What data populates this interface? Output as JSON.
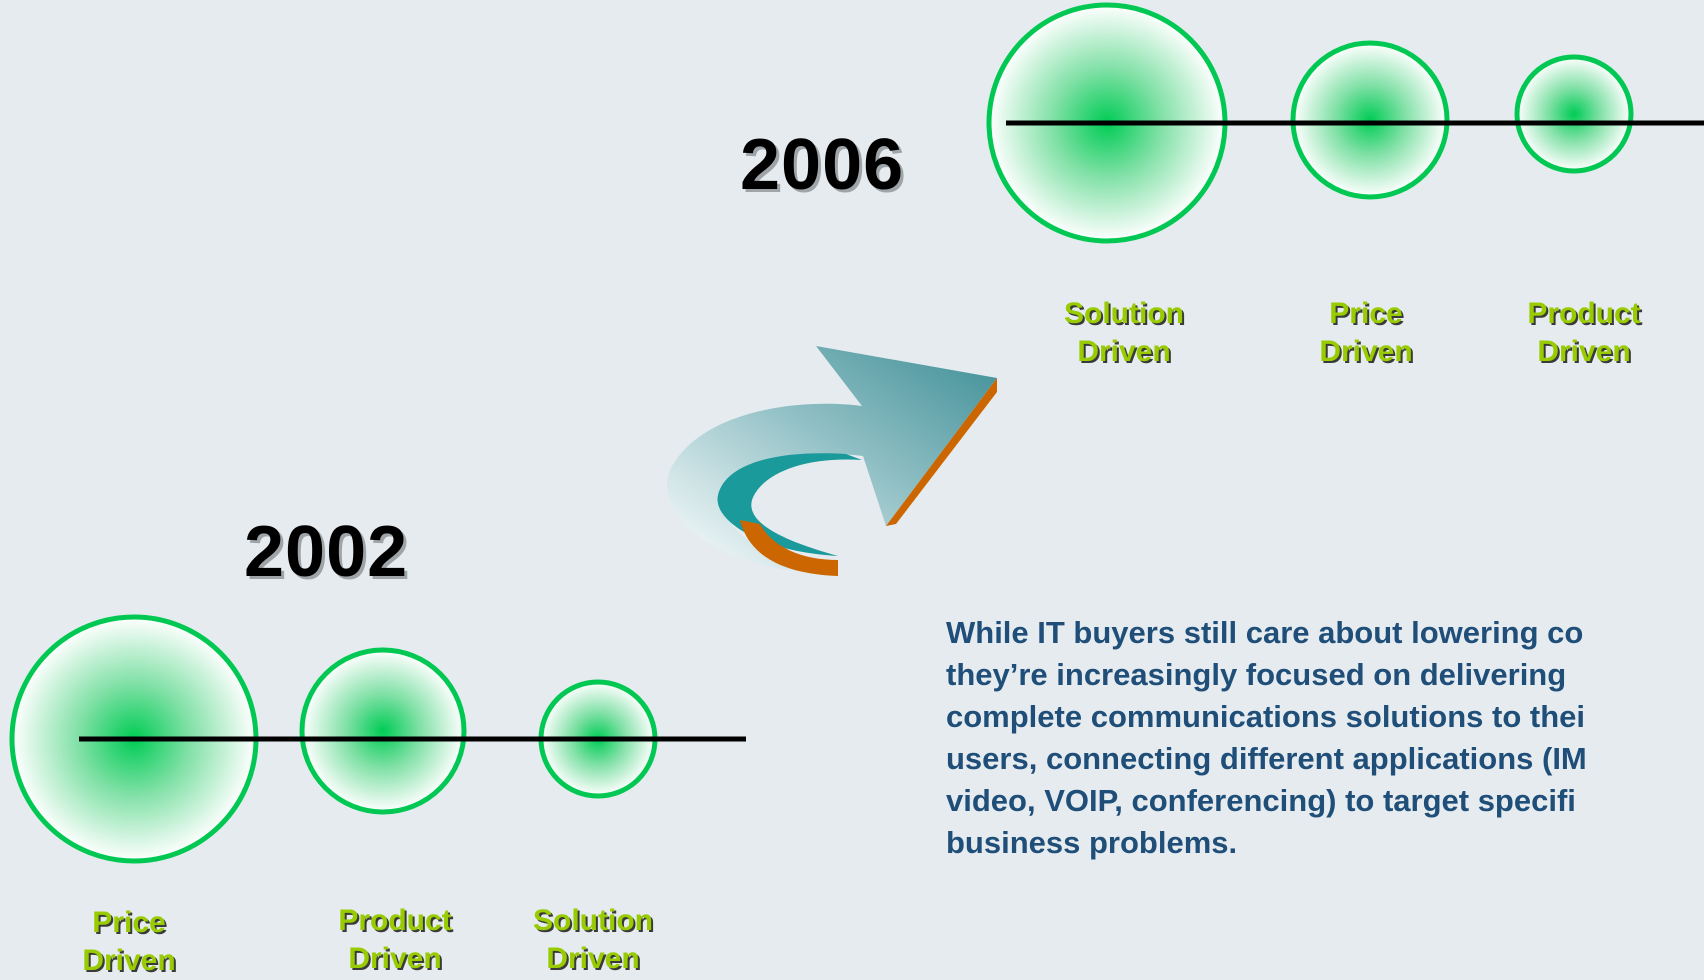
{
  "top": {
    "year": "2006",
    "labels": [
      {
        "line1": "Solution",
        "line2": "Driven"
      },
      {
        "line1": "Price",
        "line2": "Driven"
      },
      {
        "line1": "Product",
        "line2": "Driven"
      }
    ]
  },
  "bottom": {
    "year": "2002",
    "labels": [
      {
        "line1": "Price",
        "line2": "Driven"
      },
      {
        "line1": "Product",
        "line2": "Driven"
      },
      {
        "line1": "Solution",
        "line2": "Driven"
      }
    ]
  },
  "paragraph": {
    "lines": [
      "While IT buyers still care about lowering co",
      "they’re increasingly focused on delivering",
      "complete communications solutions to thei",
      "users, connecting different applications (IM",
      "video, VOIP, conferencing) to target specifi",
      "business problems."
    ]
  },
  "colors": {
    "background": "#e6ebef",
    "circle_stroke": "#00c853",
    "label": "#99cc00",
    "paragraph": "#1f4e79",
    "arrow_teal": "#1a9a9a",
    "arrow_orange": "#cc6600"
  }
}
